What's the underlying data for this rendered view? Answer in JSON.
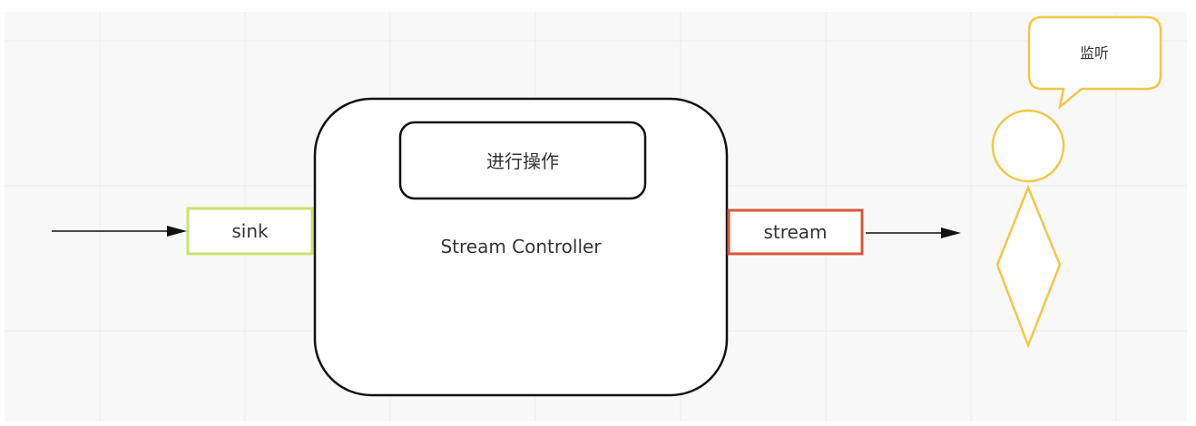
{
  "diagram": {
    "input_label": "sink",
    "controller_label": "Stream Controller",
    "operation_label": "进行操作",
    "output_label": "stream",
    "listener_speech": "监听"
  },
  "colors": {
    "grid": "#ececec",
    "background": "#f8f8f8",
    "black": "#111111",
    "sink_border": "#c9e26a",
    "stream_border": "#d9563a",
    "listener": "#f2c744",
    "text": "#333333"
  },
  "icons": {
    "listener_figure": "stick-figure-icon",
    "speech_bubble": "speech-bubble-icon",
    "arrow": "arrow-right-icon"
  }
}
